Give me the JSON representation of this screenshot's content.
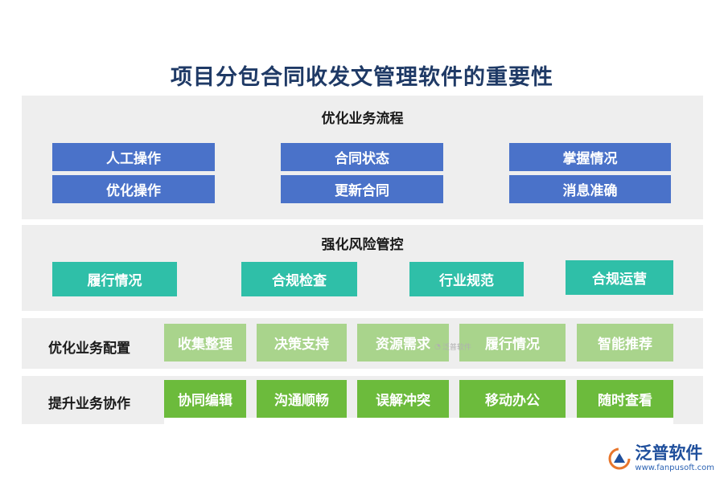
{
  "title": "项目分包合同收发文管理软件的重要性",
  "section1": {
    "title": "优化业务流程",
    "items": [
      "人工操作",
      "合同状态",
      "掌握情况",
      "优化操作",
      "更新合同",
      "消息准确"
    ]
  },
  "section2": {
    "title": "强化风险管控",
    "items": [
      "履行情况",
      "合规检查",
      "行业规范",
      "合规运营"
    ]
  },
  "section3": {
    "label": "优化业务配置",
    "items": [
      "收集整理",
      "决策支持",
      "资源需求",
      "履行情况",
      "智能推荐"
    ]
  },
  "section4": {
    "label": "提升业务协作",
    "items": [
      "协同编辑",
      "沟通顺畅",
      "误解冲突",
      "移动办公",
      "随时查看"
    ]
  },
  "watermark": "泛普软件",
  "logo": {
    "name": "泛普软件",
    "url": "www.fanpusoft.com"
  },
  "colors": {
    "title": "#1f3a66",
    "blue": "#4a72c9",
    "teal": "#2fbfa8",
    "light_green": "#a9d48c",
    "dark_green": "#6cbb3c",
    "panel": "#eeeeee"
  }
}
